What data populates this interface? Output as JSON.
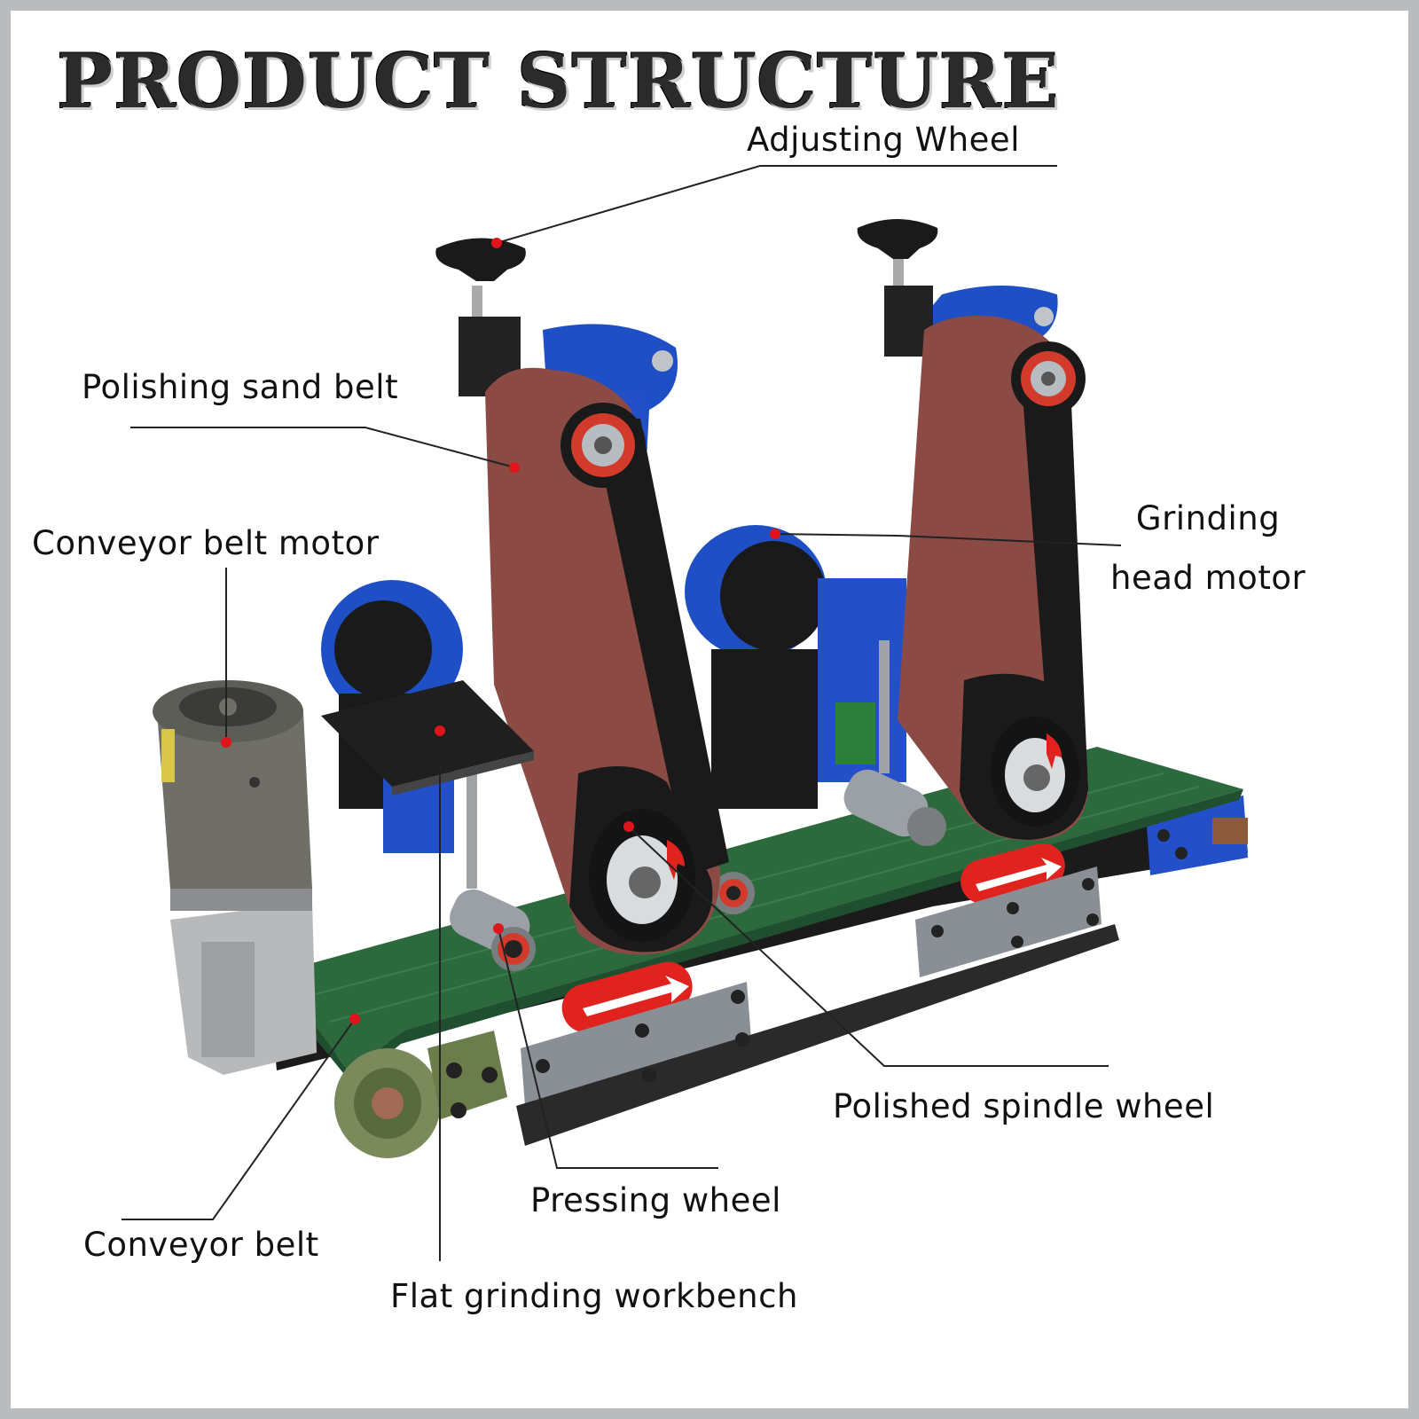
{
  "title": "PRODUCT STRUCTURE",
  "labels": {
    "adjusting_wheel": "Adjusting Wheel",
    "polishing_sand_belt": "Polishing sand belt",
    "conveyor_belt_motor": "Conveyor belt motor",
    "grinding_head_motor_line1": "Grinding",
    "grinding_head_motor_line2": "head motor",
    "polished_spindle_wheel": "Polished spindle wheel",
    "pressing_wheel": "Pressing wheel",
    "conveyor_belt": "Conveyor belt",
    "flat_grinding_workbench": "Flat grinding workbench"
  },
  "colors": {
    "motor_blue": "#1f4fc4",
    "sand_belt": "#8c4a45",
    "conveyor_green": "#2c6a3e",
    "callout_dot": "#e0141b",
    "arrow_badge": "#e0231f",
    "gear_motor_gray": "#6f6f68",
    "frame_black": "#1b1b1b",
    "plate_steel": "#8a8f96"
  }
}
